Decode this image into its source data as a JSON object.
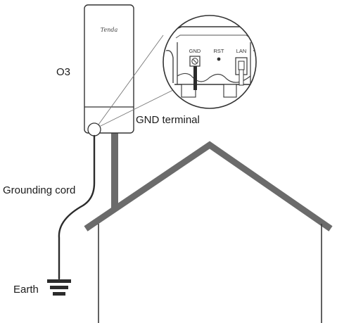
{
  "device": {
    "brand": "Tenda",
    "model": "O3"
  },
  "labels": {
    "gnd_terminal": "GND terminal",
    "grounding_cord": "Grounding cord",
    "earth": "Earth"
  },
  "ports": [
    "GND",
    "RST",
    "LAN"
  ],
  "colors": {
    "house": "#6b6b6b",
    "cord": "#2b2b2b",
    "outline": "#333333"
  }
}
